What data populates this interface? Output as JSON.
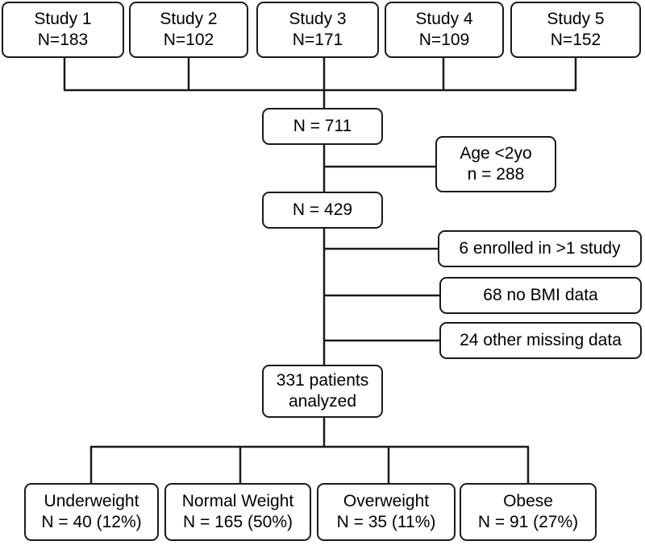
{
  "studies": [
    {
      "label": "Study 1",
      "n": "N=183"
    },
    {
      "label": "Study 2",
      "n": "N=102"
    },
    {
      "label": "Study 3",
      "n": "N=171"
    },
    {
      "label": "Study 4",
      "n": "N=109"
    },
    {
      "label": "Study 5",
      "n": "N=152"
    }
  ],
  "total": "N = 711",
  "exclusion_age": {
    "line1": "Age <2yo",
    "line2": "n = 288"
  },
  "after_age": "N = 429",
  "exclusions": [
    "6 enrolled in >1 study",
    "68 no BMI data",
    "24 other missing data"
  ],
  "analyzed": {
    "line1": "331 patients",
    "line2": "analyzed"
  },
  "categories": [
    {
      "label": "Underweight",
      "n": "N = 40 (12%)"
    },
    {
      "label": "Normal Weight",
      "n": "N = 165 (50%)"
    },
    {
      "label": "Overweight",
      "n": "N = 35 (11%)"
    },
    {
      "label": "Obese",
      "n": "N = 91 (27%)"
    }
  ]
}
